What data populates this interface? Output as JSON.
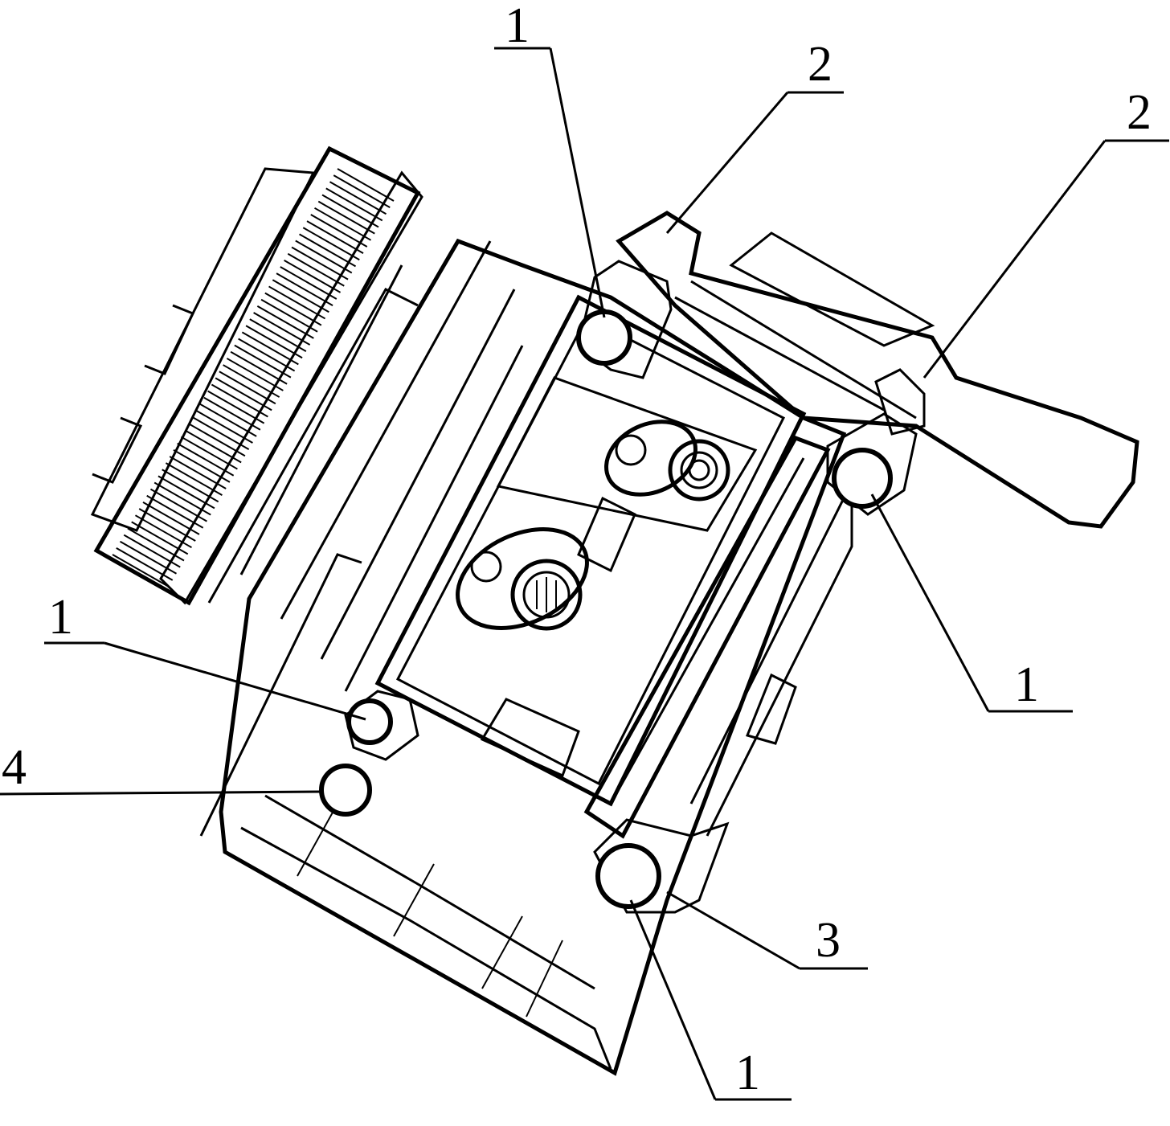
{
  "figure": {
    "callouts": [
      {
        "id": "callout-1-top",
        "text": "1"
      },
      {
        "id": "callout-2-top",
        "text": "2"
      },
      {
        "id": "callout-2-right",
        "text": "2"
      },
      {
        "id": "callout-1-right",
        "text": "1"
      },
      {
        "id": "callout-1-left",
        "text": "1"
      },
      {
        "id": "callout-4-left",
        "text": "4"
      },
      {
        "id": "callout-3-bottom",
        "text": "3"
      },
      {
        "id": "callout-1-bottom",
        "text": "1"
      }
    ]
  }
}
